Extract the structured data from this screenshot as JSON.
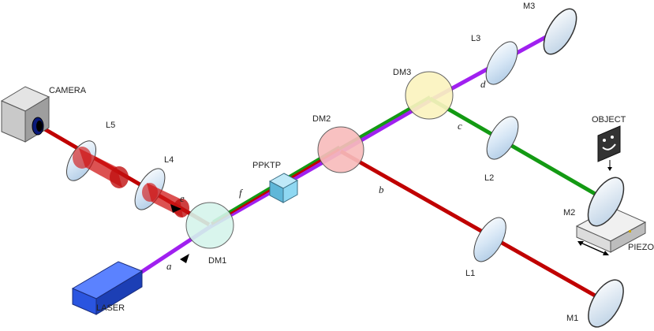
{
  "components": {
    "camera": "CAMERA",
    "laser": "LASER",
    "ppktp": "PPKTP",
    "object": "OBJECT",
    "piezo": "PIEZO",
    "dm1": "DM1",
    "dm2": "DM2",
    "dm3": "DM3",
    "l1": "L1",
    "l2": "L2",
    "l3": "L3",
    "l4": "L4",
    "l5": "L5",
    "m1": "M1",
    "m2": "M2",
    "m3": "M3"
  },
  "beam_labels": {
    "a": "a",
    "b": "b",
    "c": "c",
    "d": "d",
    "e": "e",
    "f": "f"
  },
  "colors": {
    "pump_beam": "#a020f0",
    "red_beam": "#c00000",
    "green_beam": "#139a13",
    "lens_fill": "#cfe2f3",
    "dm1_fill": "#d5f5ec",
    "dm2_fill": "#f8bcbc",
    "dm3_fill": "#fbf4c0",
    "laser_body": "#2a55e0",
    "crystal": "#7fd3f0"
  }
}
